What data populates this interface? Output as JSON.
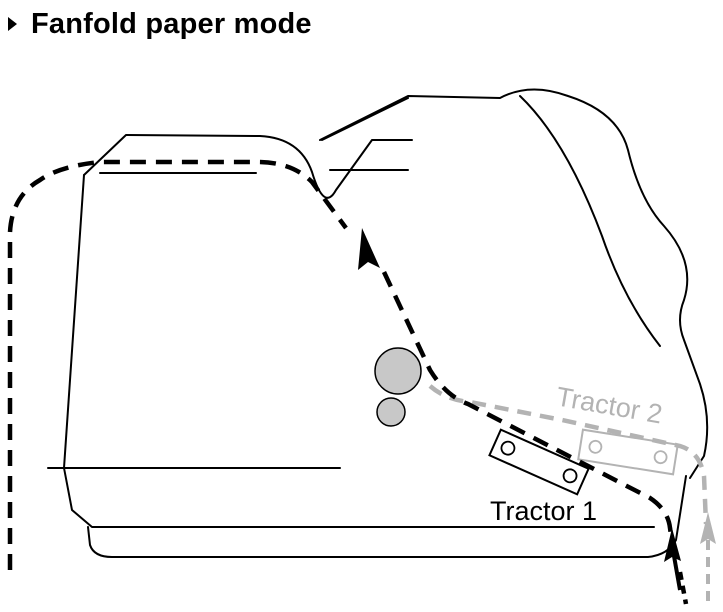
{
  "title": "Fanfold paper mode",
  "labels": {
    "tractor1": "Tractor 1",
    "tractor2": "Tractor 2"
  },
  "colors": {
    "outline": "#000000",
    "primary_path": "#000000",
    "secondary_path": "#b3b3b3",
    "roller_fill": "#c8c8c8",
    "tractor2": "#b3b3b3"
  }
}
